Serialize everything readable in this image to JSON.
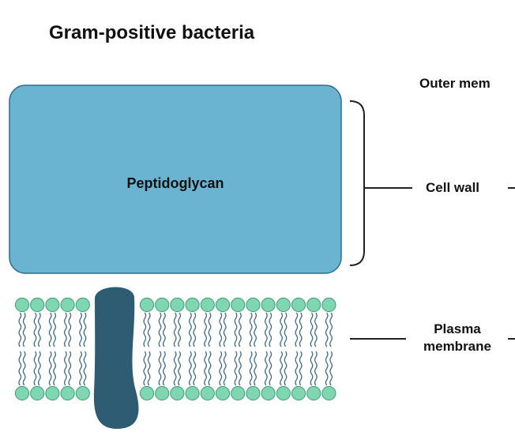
{
  "title": "Gram-positive bacteria",
  "labels": {
    "outer_membrane": "Outer mem",
    "cell_wall": "Cell wall",
    "peptidoglycan": "Peptidoglycan",
    "plasma_line1": "Plasma",
    "plasma_line2": "membrane"
  },
  "colors": {
    "peptidoglycan_fill": "#6ab4d1",
    "peptidoglycan_stroke": "#2c6f8c",
    "lipid_head": "#7fd6b1",
    "lipid_head_stroke": "#3a9d78",
    "lipid_tail": "#3d6a86",
    "protein": "#2e5c72"
  },
  "membrane": {
    "left_lipid_count": 5,
    "right_lipid_count": 13
  }
}
